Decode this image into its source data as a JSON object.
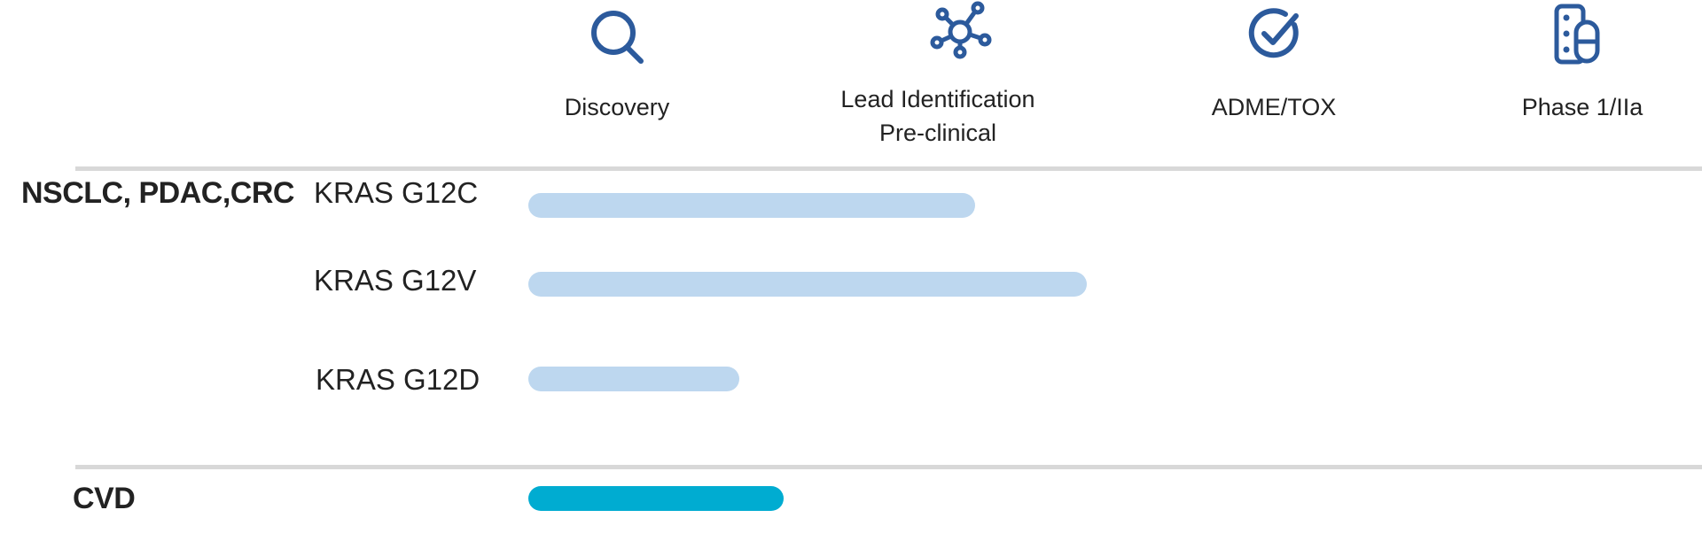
{
  "colors": {
    "icon": "#2c5a9c",
    "bar_light": "#bdd7ef",
    "bar_dark": "#00acd1",
    "divider": "#d8d8d8",
    "text": "#222222"
  },
  "chart_data": {
    "type": "bar",
    "orientation": "horizontal",
    "phases": [
      {
        "name": "Discovery",
        "lines": [
          "Discovery"
        ],
        "icon": "search-icon"
      },
      {
        "name": "Lead Identification Pre-clinical",
        "lines": [
          "Lead Identification",
          "Pre-clinical"
        ],
        "icon": "molecule-icon"
      },
      {
        "name": "ADME/TOX",
        "lines": [
          "ADME/TOX"
        ],
        "icon": "check-circle-icon"
      },
      {
        "name": "Phase 1/IIa",
        "lines": [
          "Phase 1/IIa"
        ],
        "icon": "pills-icon"
      }
    ],
    "groups": [
      {
        "indication": "NSCLC, PDAC,CRC",
        "programs": [
          {
            "target": "KRAS G12C",
            "progress": 1.4,
            "color": "#bdd7ef"
          },
          {
            "target": "KRAS G12V",
            "progress": 1.75,
            "color": "#bdd7ef"
          },
          {
            "target": "KRAS G12D",
            "progress": 0.66,
            "color": "#bdd7ef"
          }
        ]
      },
      {
        "indication": "CVD",
        "programs": [
          {
            "target": "",
            "progress": 0.8,
            "color": "#00acd1"
          }
        ]
      }
    ],
    "xlim": [
      0,
      4
    ],
    "grid": false,
    "legend": "none"
  }
}
